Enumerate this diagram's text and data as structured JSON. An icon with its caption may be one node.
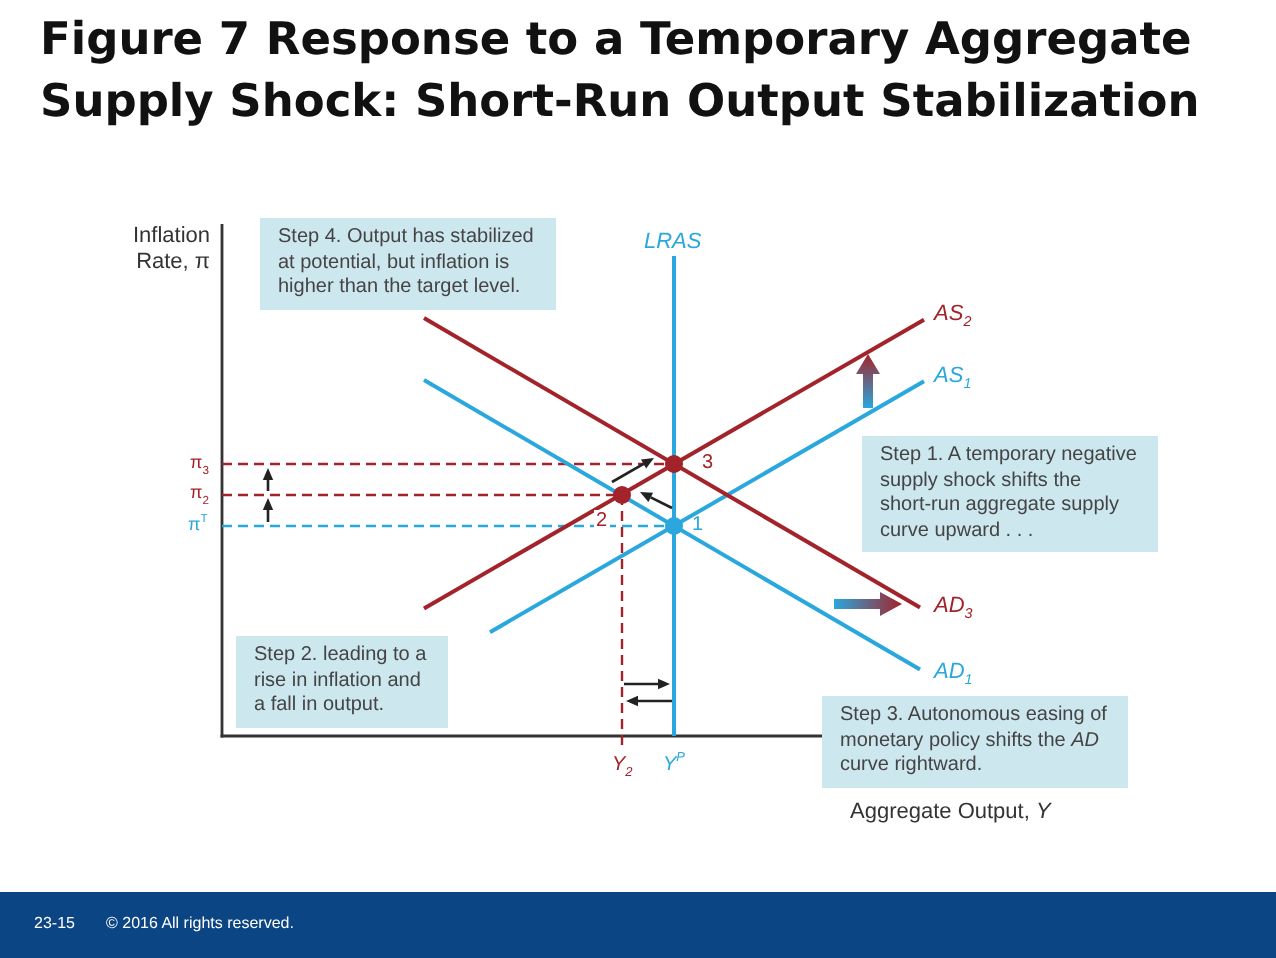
{
  "diagram": {
    "title": "Figure 7 Response to a Temporary Aggregate Supply Shock: Short-Run Output Stabilization",
    "nodes": [
      {
        "text": [
          "Step 4. Output has stabilized at potential, but inflation is higher than the target level."
        ]
      },
      {
        "text": [
          "Step 1. A temporary negative supply shock shifts the short-run aggregate supply curve upward . . ."
        ]
      },
      {
        "text": [
          "Step 2. leading to a rise in inflation and a fall in output."
        ]
      },
      {
        "text": [
          "Step 3. Autonomous easing of monetary policy shifts the *AD* curve rightward."
        ]
      }
    ],
    "labels": [
      "Inflation Rate, π",
      "LRAS",
      "AS$_{2}$",
      "AS$_{1}$",
      "π$_{3}$",
      "3",
      "π$_{2}$",
      "π$^{T}$",
      "2",
      "1",
      "AD$_{3}$",
      "AD$_{1}$",
      "Y$_{2}$",
      "Y$^{P}$",
      "Aggregate Output, *Y*",
      "23-15",
      "© 2016 All rights reserved."
    ]
  }
}
